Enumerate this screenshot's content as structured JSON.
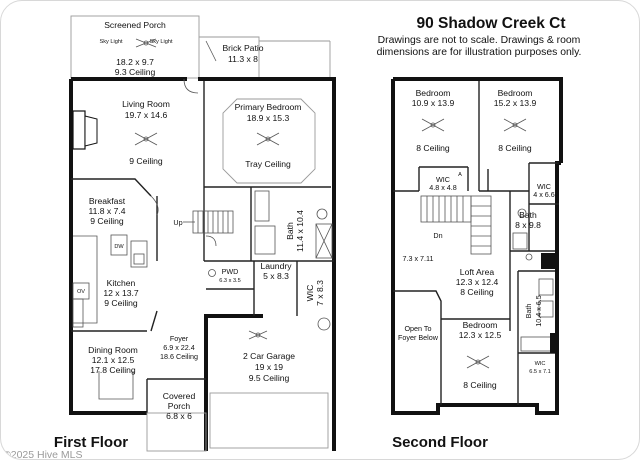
{
  "header": {
    "address": "90 Shadow Creek Ct",
    "disclaimer_line1": "Drawings are not to scale. Drawings & room",
    "disclaimer_line2": "dimensions are for illustration purposes only."
  },
  "floors": {
    "first": "First Floor",
    "second": "Second Floor"
  },
  "watermark": "©2025 Hive MLS",
  "first_floor": {
    "screened_porch": {
      "name": "Screened Porch",
      "dims": "18.2 x 9.7",
      "ceiling": "9.3 Ceiling",
      "sky_light": "Sky Light"
    },
    "brick_patio": {
      "name": "Brick Patio",
      "dims": "11.3 x 8"
    },
    "living_room": {
      "name": "Living Room",
      "dims": "19.7 x 14.6",
      "ceiling": "9 Ceiling"
    },
    "primary_bedroom": {
      "name": "Primary Bedroom",
      "dims": "18.9 x 15.3",
      "ceiling": "Tray Ceiling"
    },
    "breakfast": {
      "name": "Breakfast",
      "dims": "11.8 x 7.4",
      "ceiling": "9 Ceiling"
    },
    "kitchen": {
      "name": "Kitchen",
      "dims": "12 x 13.7",
      "ceiling": "9 Ceiling",
      "ov": "OV",
      "dw": "DW"
    },
    "bath": {
      "name": "Bath",
      "dims": "11.4 x 10.4"
    },
    "stairs_up": "Up",
    "pwd": {
      "name": "PWD",
      "dims": "6.3 x 3.5"
    },
    "laundry": {
      "name": "Laundry",
      "dims": "5 x 8.3"
    },
    "wic": {
      "name": "WIC",
      "dims": "7 x 8.3"
    },
    "dining_room": {
      "name": "Dining Room",
      "dims": "12.1 x 12.5",
      "ceiling": "17.8 Ceiling"
    },
    "foyer": {
      "name": "Foyer",
      "dims": "6.9 x 22.4",
      "ceiling": "18.6 Ceiling"
    },
    "garage": {
      "name": "2 Car Garage",
      "dims": "19 x 19",
      "ceiling": "9.5 Ceiling"
    },
    "covered_porch": {
      "name": "Covered Porch",
      "dims": "6.8 x 6"
    }
  },
  "second_floor": {
    "bedroom_left": {
      "name": "Bedroom",
      "dims": "10.9 x 13.9",
      "ceiling": "8 Ceiling"
    },
    "bedroom_right": {
      "name": "Bedroom",
      "dims": "15.2 x 13.9",
      "ceiling": "8 Ceiling"
    },
    "wic_a": {
      "name": "WIC",
      "dims": "4.8 x 4.8",
      "tag": "A"
    },
    "wic_b": {
      "name": "WIC",
      "dims": "4 x 6.6"
    },
    "bath_upper": {
      "name": "Bath",
      "dims": "8 x 9.8"
    },
    "stairs_down": "Dn",
    "open_area": "7.3 x 7.11",
    "loft": {
      "name": "Loft Area",
      "dims": "12.3 x 12.4",
      "ceiling": "8 Ceiling"
    },
    "bath_lower": {
      "name": "Bath",
      "dims": "10.4 x 6.5"
    },
    "open_to_foyer_1": "Open To",
    "open_to_foyer_2": "Foyer Below",
    "bedroom_bottom": {
      "name": "Bedroom",
      "dims": "12.3 x 12.5",
      "ceiling": "8 Ceiling"
    },
    "wic_c": {
      "name": "WIC",
      "dims": "6.5 x 7.1"
    }
  }
}
